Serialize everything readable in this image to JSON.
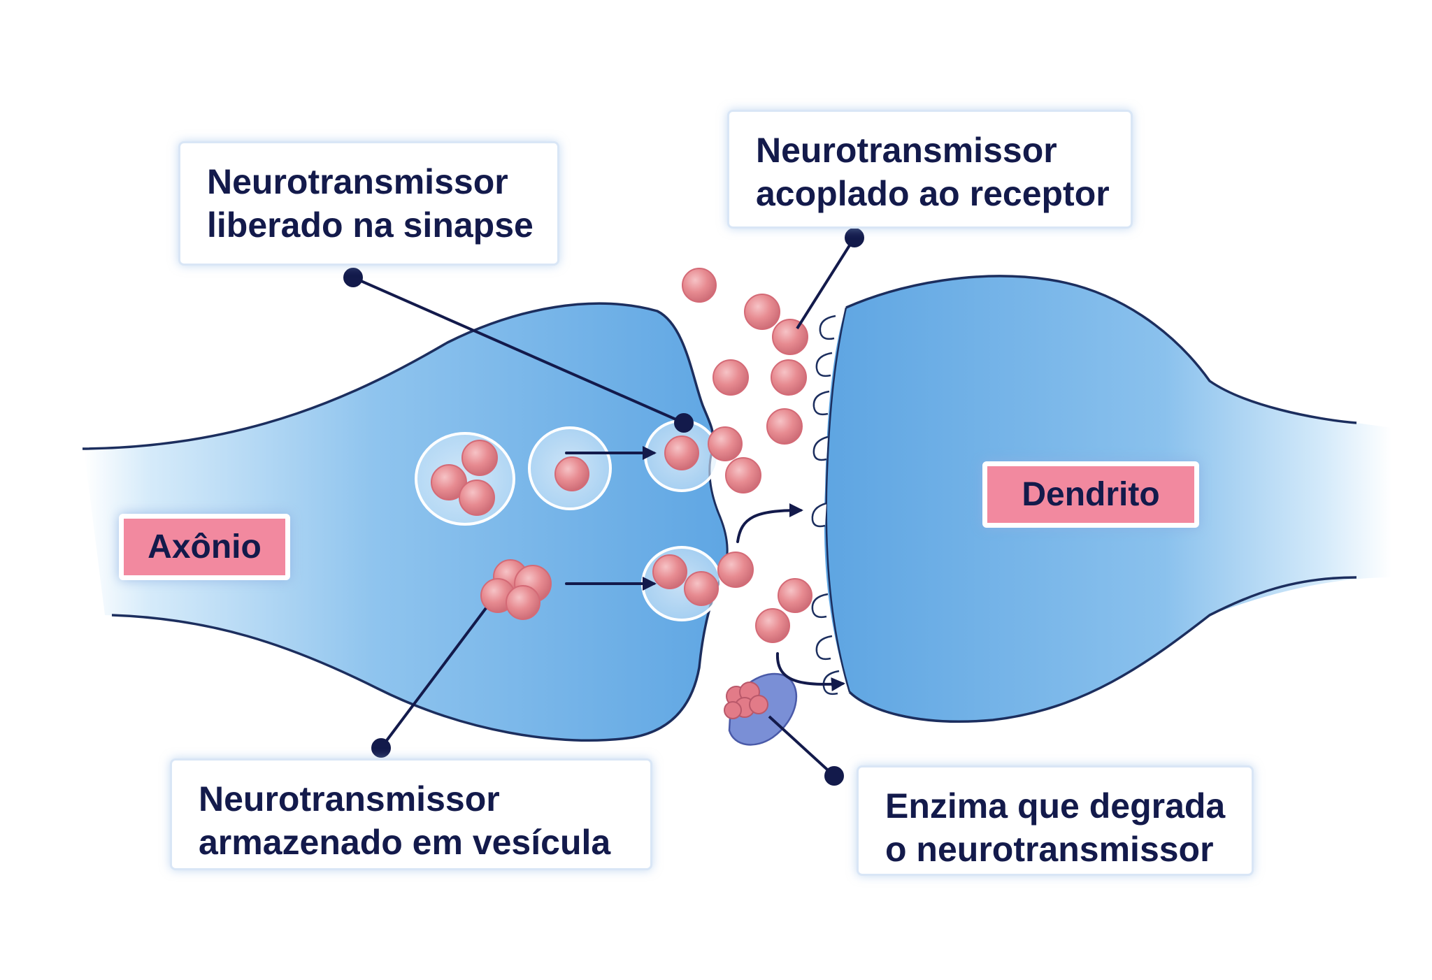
{
  "labels": {
    "released": [
      "Neurotransmissor",
      "liberado na sinapse"
    ],
    "bound": [
      "Neurotransmissor",
      "acoplado ao receptor"
    ],
    "stored": [
      "Neurotransmissor",
      "armazenado em vesícula"
    ],
    "enzyme": [
      "Enzima que degrada",
      "o neurotransmissor"
    ]
  },
  "tags": {
    "axon": "Axônio",
    "dendrite": "Dendrito"
  },
  "colors": {
    "ink": "#131a4b",
    "neuron_fill": "#6fb0e6",
    "neuron_outline": "#1c2e5e",
    "molecule": "#e78b91",
    "tag_fill": "#f2899f",
    "callout_border": "#d9e6f6",
    "enzyme_fill": "#7a8fd6"
  }
}
